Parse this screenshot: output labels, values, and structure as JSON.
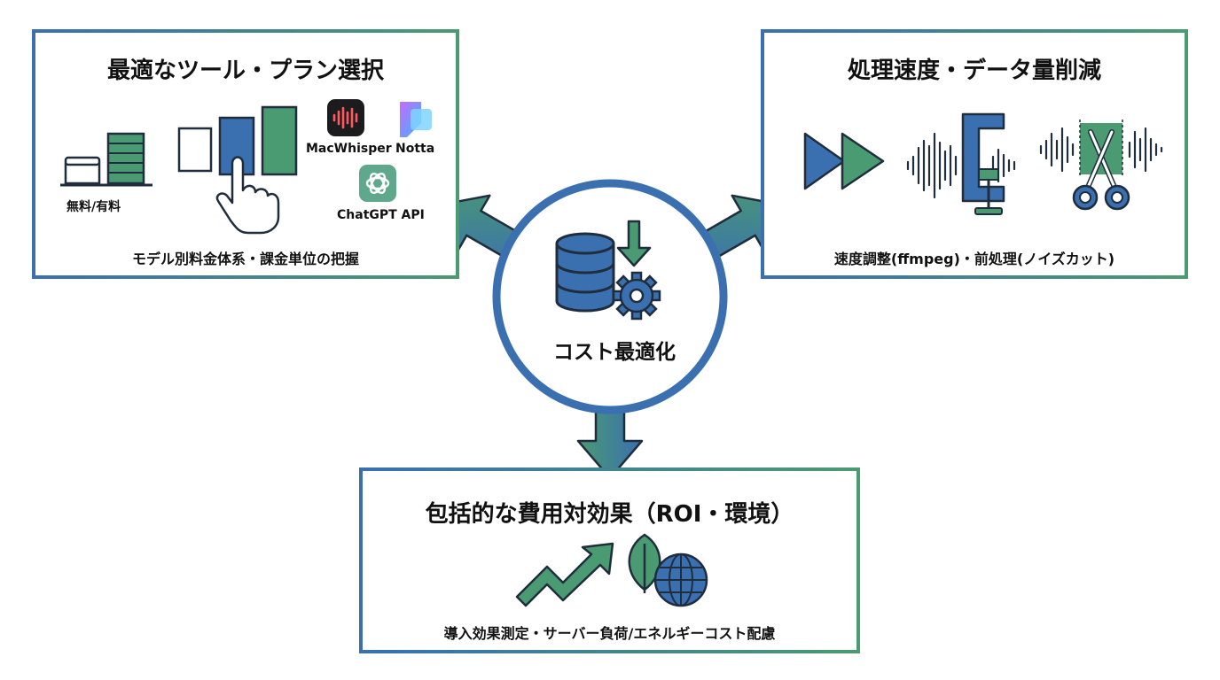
{
  "colors": {
    "blue": "#3a6fb0",
    "green": "#4a9a72",
    "dark": "#1f2d3d"
  },
  "hub": {
    "label": "コスト最適化",
    "icons": [
      "database-icon",
      "download-arrow-icon",
      "gear-icon"
    ]
  },
  "left_panel": {
    "title": "最適なツール・プラン選択",
    "free_paid_label": "無料/有料",
    "apps": [
      {
        "name": "MacWhisper",
        "icon": "macwhisper-icon"
      },
      {
        "name": "Notta",
        "icon": "notta-icon"
      },
      {
        "name": "ChatGPT API",
        "icon": "chatgpt-icon"
      }
    ],
    "caption": "モデル別料金体系・課金単位の把握"
  },
  "right_panel": {
    "title": "処理速度・データ量削減",
    "icons": [
      "fast-forward-icon",
      "waveform-clamp-icon",
      "waveform-scissors-icon"
    ],
    "caption": "速度調整(ffmpeg)・前処理(ノイズカット)"
  },
  "bottom_panel": {
    "title": "包括的な費用対効果（ROI・環境）",
    "icons": [
      "trend-up-arrow-icon",
      "leaf-icon",
      "globe-icon"
    ],
    "caption": "導入効果測定・サーバー負荷/エネルギーコスト配慮"
  }
}
